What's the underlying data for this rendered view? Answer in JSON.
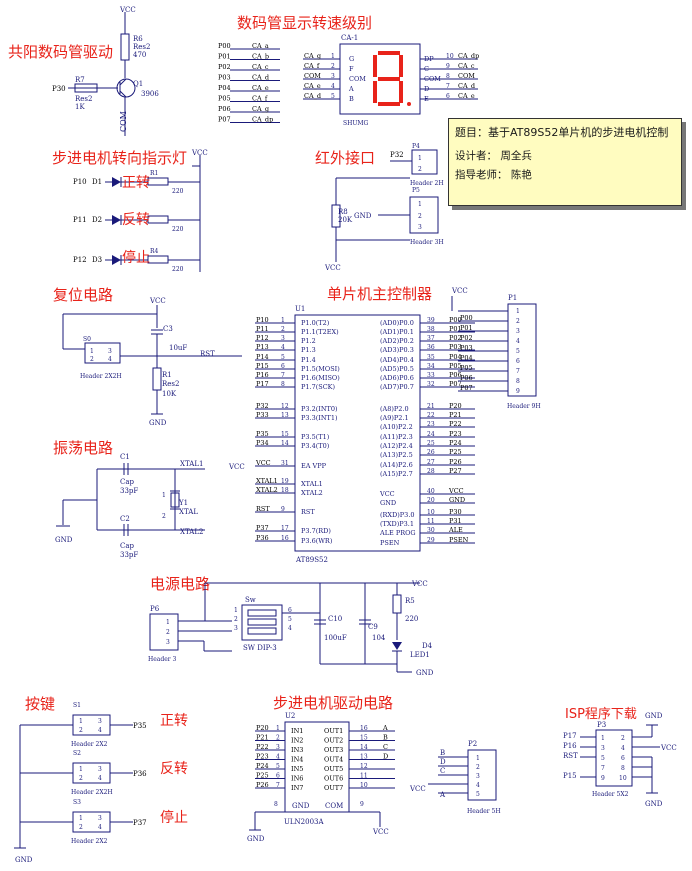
{
  "titles": {
    "common_anode": "共阳数码管驱动",
    "seg_display": "数码管显示转速级别",
    "direction_led": "步进电机转向指示灯",
    "infrared": "红外接口",
    "reset": "复位电路",
    "mcu": "单片机主控制器",
    "oscillator": "振荡电路",
    "power": "电源电路",
    "keys": "按键",
    "driver": "步进电机驱动电路",
    "isp": "ISP程序下载"
  },
  "note": {
    "title": "题目：基于AT89S52单片机的步进电机控制",
    "designer": "设计者：  周全兵",
    "advisor": "指导老师：  陈艳"
  },
  "led_labels": {
    "forward": "正转",
    "reverse": "反转",
    "stop": "停止"
  },
  "key_labels": {
    "forward": "正转",
    "reverse": "反转",
    "stop": "停止"
  },
  "nets": {
    "vcc": "VCC",
    "gnd": "GND",
    "rst": "RST",
    "xtal1": "XTAL1",
    "xtal2": "XTAL2"
  },
  "components": {
    "r6": [
      "R6",
      "Res2",
      "470"
    ],
    "r7": [
      "R7",
      "Res2",
      "1K"
    ],
    "q1": [
      "Q1",
      "3906"
    ],
    "com": "COM",
    "p30": "P30",
    "ca1": [
      "CA-1",
      "SHUMG"
    ],
    "d1": [
      "P10",
      "D1"
    ],
    "d2": [
      "P11",
      "D2"
    ],
    "d3": [
      "P12",
      "D3"
    ],
    "r_led": [
      "R1",
      "220",
      "R2",
      "220",
      "R4",
      "220"
    ],
    "p4": [
      "P4",
      "Header 2H"
    ],
    "p5": [
      "P5",
      "Header 3H"
    ],
    "r8": [
      "R8",
      "20K"
    ],
    "p32": "P32",
    "s0": [
      "S0",
      "Header 2X2H"
    ],
    "c3": [
      "C3",
      "10uF"
    ],
    "r1": [
      "R1",
      "Res2",
      "10K"
    ],
    "u1": [
      "U1",
      "AT89S52"
    ],
    "p1": [
      "P1",
      "Header 9H"
    ],
    "c1": [
      "C1",
      "Cap",
      "33pF"
    ],
    "c2": [
      "C2",
      "Cap",
      "33pF"
    ],
    "y1": [
      "Y1",
      "XTAL"
    ],
    "p6": [
      "P6",
      "Header 3"
    ],
    "sw": [
      "Sw",
      "SW DIP-3"
    ],
    "c10": [
      "C10",
      "100uF"
    ],
    "c9": [
      "C9",
      "104"
    ],
    "r5": [
      "R5",
      "220"
    ],
    "d4": [
      "D4",
      "LED1"
    ],
    "s1": [
      "S1",
      "Header 2X2"
    ],
    "s2": [
      "S2",
      "Header 2X2H"
    ],
    "s3": [
      "S3",
      "Header 2X2"
    ],
    "u2": [
      "U2",
      "ULN2003A"
    ],
    "p2": [
      "P2",
      "Header 5H"
    ],
    "p3": [
      "P3",
      "Header 5X2"
    ]
  },
  "p0_nets": [
    "P00",
    "P01",
    "P02",
    "P03",
    "P04",
    "P05",
    "P06",
    "P07"
  ],
  "ca_nets": [
    "CA_a",
    "CA_b",
    "CA_c",
    "CA_d",
    "CA_e",
    "CA_f",
    "CA_g",
    "CA_dp"
  ],
  "ca1_left_pins": [
    [
      "CA_g",
      "1",
      "G"
    ],
    [
      "CA_f",
      "2",
      "F"
    ],
    [
      "COM",
      "3",
      "COM"
    ],
    [
      "CA_e",
      "4",
      "A"
    ],
    [
      "CA_d",
      "5",
      "B"
    ]
  ],
  "ca1_right_pins": [
    [
      "DP",
      "10",
      "CA_dp"
    ],
    [
      "C",
      "9",
      "CA_c"
    ],
    [
      "COM",
      "8",
      "COM"
    ],
    [
      "D",
      "7",
      "CA_d"
    ],
    [
      "E",
      "6",
      "CA_e"
    ]
  ],
  "mcu_left": [
    [
      "P10",
      "1",
      "P1.0(T2)"
    ],
    [
      "P11",
      "2",
      "P1.1(T2EX)"
    ],
    [
      "P12",
      "3",
      "P1.2"
    ],
    [
      "P13",
      "4",
      "P1.3"
    ],
    [
      "P14",
      "5",
      "P1.4"
    ],
    [
      "P15",
      "6",
      "P1.5(MOSI)"
    ],
    [
      "P16",
      "7",
      "P1.6(MISO)"
    ],
    [
      "P17",
      "8",
      "P1.7(SCK)"
    ],
    [
      "P32",
      "12",
      "P3.2(INT0)"
    ],
    [
      "P33",
      "13",
      "P3.3(INT1)"
    ],
    [
      "P35",
      "15",
      "P3.5(T1)"
    ],
    [
      "P34",
      "14",
      "P3.4(T0)"
    ],
    [
      "VCC",
      "31",
      "EA VPP"
    ],
    [
      "XTAL1",
      "19",
      "XTAL1"
    ],
    [
      "XTAL2",
      "18",
      "XTAL2"
    ],
    [
      "RST",
      "9",
      "RST"
    ],
    [
      "P37",
      "17",
      "P3.7(RD)"
    ],
    [
      "P36",
      "16",
      "P3.6(WR)"
    ]
  ],
  "mcu_right": [
    [
      "P00",
      "39",
      "(AD0)P0.0"
    ],
    [
      "P01",
      "38",
      "(AD1)P0.1"
    ],
    [
      "P02",
      "37",
      "(AD2)P0.2"
    ],
    [
      "P03",
      "36",
      "(AD3)P0.3"
    ],
    [
      "P04",
      "35",
      "(AD4)P0.4"
    ],
    [
      "P05",
      "34",
      "(AD5)P0.5"
    ],
    [
      "P06",
      "33",
      "(AD6)P0.6"
    ],
    [
      "P07",
      "32",
      "(AD7)P0.7"
    ],
    [
      "P20",
      "21",
      "(A8)P2.0"
    ],
    [
      "P21",
      "22",
      "(A9)P2.1"
    ],
    [
      "P22",
      "23",
      "(A10)P2.2"
    ],
    [
      "P23",
      "24",
      "(A11)P2.3"
    ],
    [
      "P24",
      "25",
      "(A12)P2.4"
    ],
    [
      "P25",
      "26",
      "(A13)P2.5"
    ],
    [
      "P26",
      "27",
      "(A14)P2.6"
    ],
    [
      "P27",
      "28",
      "(A15)P2.7"
    ],
    [
      "VCC",
      "40",
      "VCC"
    ],
    [
      "GND",
      "20",
      "GND"
    ],
    [
      "P30",
      "10",
      "(RXD)P3.0"
    ],
    [
      "P31",
      "11",
      "(TXD)P3.1"
    ],
    [
      "ALE",
      "30",
      "ALE PROG"
    ],
    [
      "PSEN",
      "29",
      "PSEN"
    ]
  ],
  "uln_rows": [
    [
      "P20",
      "1",
      "IN1",
      "OUT1",
      "16",
      "A"
    ],
    [
      "P21",
      "2",
      "IN2",
      "OUT2",
      "15",
      "B"
    ],
    [
      "P22",
      "3",
      "IN3",
      "OUT3",
      "14",
      "C"
    ],
    [
      "P23",
      "4",
      "IN4",
      "OUT4",
      "13",
      "D"
    ],
    [
      "P24",
      "5",
      "IN5",
      "OUT5",
      "12",
      ""
    ],
    [
      "P25",
      "6",
      "IN6",
      "OUT6",
      "11",
      ""
    ],
    [
      "P26",
      "7",
      "IN7",
      "OUT7",
      "10",
      ""
    ]
  ],
  "uln_bottom": [
    "8",
    "GND",
    "COM",
    "9"
  ],
  "p2_nets": [
    "B",
    "D",
    "C",
    "A"
  ],
  "key_nets": [
    "P35",
    "P36",
    "P37"
  ],
  "isp_nets": [
    "P17",
    "P16",
    "RST",
    "P15"
  ]
}
